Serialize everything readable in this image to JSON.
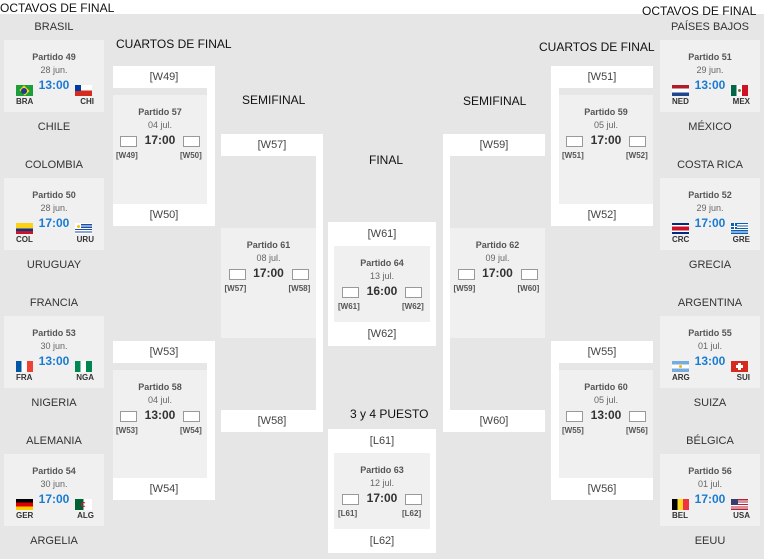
{
  "stages": {
    "r16_left": "OCTAVOS DE FINAL",
    "r16_right": "OCTAVOS DE FINAL",
    "qf_left": "CUARTOS DE FINAL",
    "qf_right": "CUARTOS DE FINAL",
    "sf_left": "SEMIFINAL",
    "sf_right": "SEMIFINAL",
    "final": "FINAL",
    "third": "3 y 4 PUESTO"
  },
  "r16": [
    {
      "home": "BRASIL",
      "away": "CHILE",
      "num": "Partido 49",
      "date": "28 jun.",
      "time": "13:00",
      "hc": "BRA",
      "ac": "CHI",
      "hf": "bra",
      "af": "chi"
    },
    {
      "home": "COLOMBIA",
      "away": "URUGUAY",
      "num": "Partido 50",
      "date": "28 jun.",
      "time": "17:00",
      "hc": "COL",
      "ac": "URU",
      "hf": "col",
      "af": "uru"
    },
    {
      "home": "FRANCIA",
      "away": "NIGERIA",
      "num": "Partido 53",
      "date": "30 jun.",
      "time": "13:00",
      "hc": "FRA",
      "ac": "NGA",
      "hf": "fra",
      "af": "nga"
    },
    {
      "home": "ALEMANIA",
      "away": "ARGELIA",
      "num": "Partido 54",
      "date": "30 jun.",
      "time": "17:00",
      "hc": "GER",
      "ac": "ALG",
      "hf": "ger",
      "af": "alg"
    },
    {
      "home": "PAÍSES BAJOS",
      "away": "MÉXICO",
      "num": "Partido 51",
      "date": "29 jun.",
      "time": "13:00",
      "hc": "NED",
      "ac": "MEX",
      "hf": "ned",
      "af": "mex"
    },
    {
      "home": "COSTA RICA",
      "away": "GRECIA",
      "num": "Partido 52",
      "date": "29 jun.",
      "time": "17:00",
      "hc": "CRC",
      "ac": "GRE",
      "hf": "crc",
      "af": "gre"
    },
    {
      "home": "ARGENTINA",
      "away": "SUIZA",
      "num": "Partido 55",
      "date": "01 jul.",
      "time": "13:00",
      "hc": "ARG",
      "ac": "SUI",
      "hf": "arg",
      "af": "sui"
    },
    {
      "home": "BÉLGICA",
      "away": "EEUU",
      "num": "Partido 56",
      "date": "01 jul.",
      "time": "17:00",
      "hc": "BEL",
      "ac": "USA",
      "hf": "bel",
      "af": "usa"
    }
  ],
  "later": [
    {
      "num": "Partido 57",
      "date": "04 jul.",
      "time": "17:00",
      "a": "[W49]",
      "b": "[W50]"
    },
    {
      "num": "Partido 58",
      "date": "04 jul.",
      "time": "13:00",
      "a": "[W53]",
      "b": "[W54]"
    },
    {
      "num": "Partido 59",
      "date": "05 jul.",
      "time": "17:00",
      "a": "[W51]",
      "b": "[W52]"
    },
    {
      "num": "Partido 60",
      "date": "05 jul.",
      "time": "13:00",
      "a": "[W55]",
      "b": "[W56]"
    },
    {
      "num": "Partido 61",
      "date": "08 jul.",
      "time": "17:00",
      "a": "[W57]",
      "b": "[W58]"
    },
    {
      "num": "Partido 62",
      "date": "09 jul.",
      "time": "17:00",
      "a": "[W59]",
      "b": "[W60]"
    },
    {
      "num": "Partido 64",
      "date": "13 jul.",
      "time": "16:00",
      "a": "[W61]",
      "b": "[W62]"
    },
    {
      "num": "Partido 63",
      "date": "12 jul.",
      "time": "17:00",
      "a": "[L61]",
      "b": "[L62]"
    }
  ],
  "slots": {
    "qf_l1a": "[W49]",
    "qf_l1b": "[W50]",
    "qf_l2a": "[W53]",
    "qf_l2b": "[W54]",
    "qf_r1a": "[W51]",
    "qf_r1b": "[W52]",
    "qf_r2a": "[W55]",
    "qf_r2b": "[W56]",
    "sf_la": "[W57]",
    "sf_lb": "[W58]",
    "sf_ra": "[W59]",
    "sf_rb": "[W60]",
    "fin_a": "[W61]",
    "fin_b": "[W62]",
    "third_a": "[L61]",
    "third_b": "[L62]"
  }
}
